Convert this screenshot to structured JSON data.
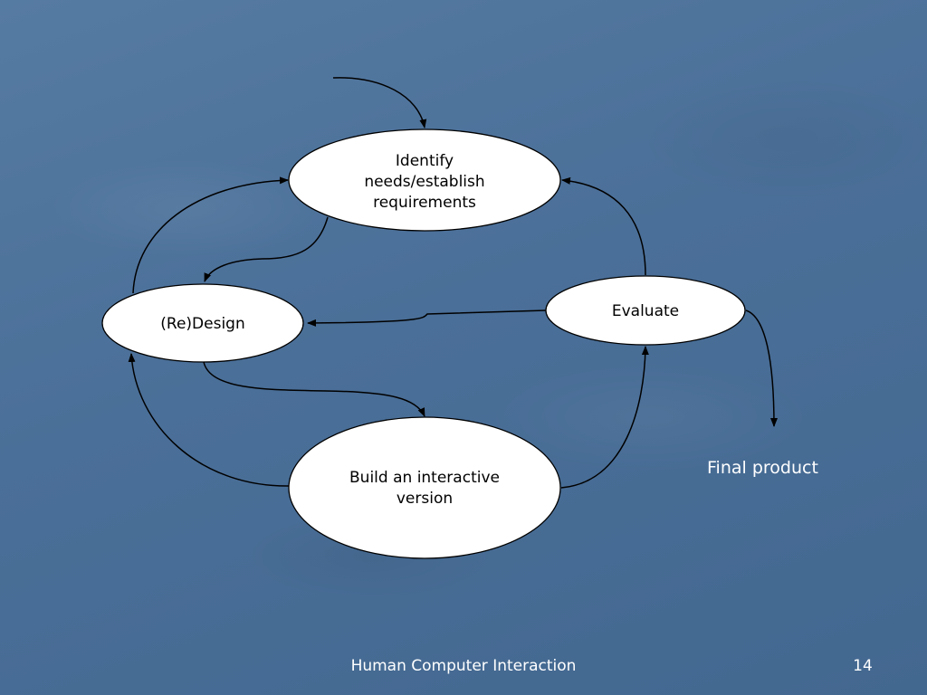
{
  "diagram": {
    "nodes": {
      "identify": {
        "lines": [
          "Identify",
          "needs/establish",
          "requirements"
        ]
      },
      "redesign": {
        "lines": [
          "(Re)Design"
        ]
      },
      "evaluate": {
        "lines": [
          "Evaluate"
        ]
      },
      "build": {
        "lines": [
          "Build an interactive",
          "version"
        ]
      }
    },
    "final_product_label": "Final product"
  },
  "footer": {
    "title": "Human Computer Interaction",
    "page_number": "14"
  }
}
